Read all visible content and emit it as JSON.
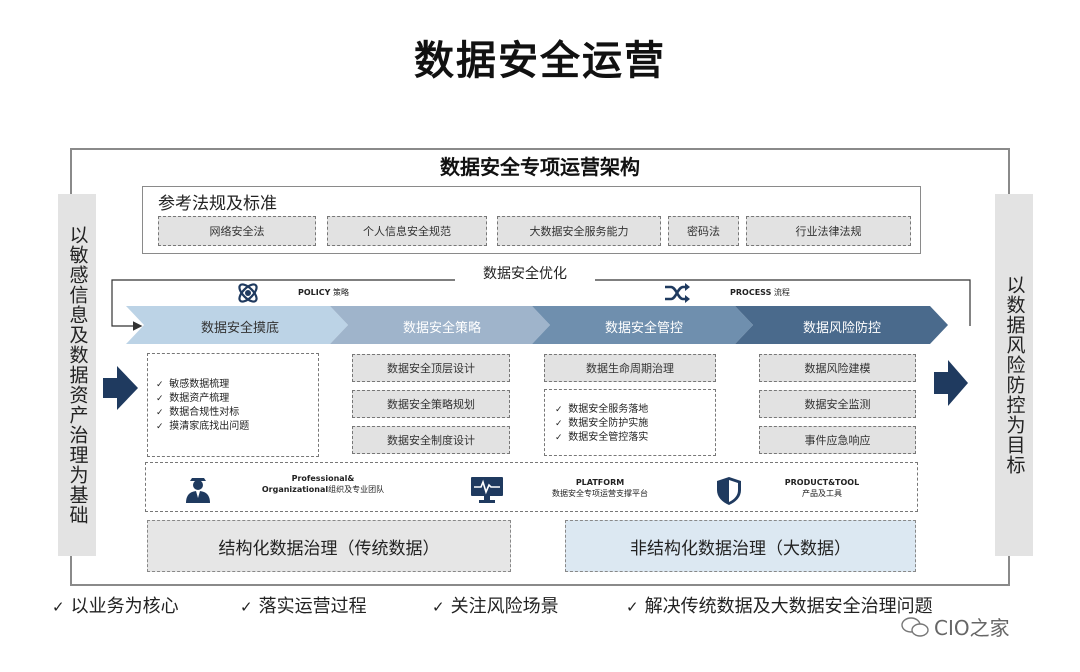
{
  "title": "数据安全运营",
  "frame_title": "数据安全专项运营架构",
  "left_band": "以敏感信息及数据资产治理为基础",
  "right_band": "以数据风险防控为目标",
  "references": {
    "title": "参考法规及标准",
    "items": [
      "网络安全法",
      "个人信息安全规范",
      "大数据安全服务能力",
      "密码法",
      "行业法律法规"
    ]
  },
  "optimization_label": "数据安全优化",
  "policy": {
    "en": "POLICY",
    "zh": "策略",
    "icon": "atom-icon"
  },
  "process": {
    "en": "PROCESS",
    "zh": "流程",
    "icon": "shuffle-icon"
  },
  "stages": [
    "数据安全摸底",
    "数据安全策略",
    "数据安全管控",
    "数据风险防控"
  ],
  "stage_colors": [
    "#bcd3e6",
    "#9fb4cb",
    "#6f8fae",
    "#4a6a8c"
  ],
  "column1": {
    "checklist": [
      "敏感数据梳理",
      "数据资产梳理",
      "数据合规性对标",
      "摸清家底找出问题"
    ]
  },
  "column2": {
    "items": [
      "数据安全顶层设计",
      "数据安全策略规划",
      "数据安全制度设计"
    ]
  },
  "column3": {
    "top": "数据生命周期治理",
    "checklist": [
      "数据安全服务落地",
      "数据安全防护实施",
      "数据安全管控落实"
    ]
  },
  "column4": {
    "items": [
      "数据风险建模",
      "数据安全监测",
      "事件应急响应"
    ]
  },
  "support": {
    "professional": {
      "en": "Professional&",
      "en2": "Organizational",
      "zh": "组织及专业团队",
      "icon": "person-icon"
    },
    "platform": {
      "en": "PLATFORM",
      "zh": "数据安全专项运营支撑平台",
      "icon": "monitor-icon"
    },
    "product": {
      "en": "PRODUCT&TOOL",
      "zh": "产品及工具",
      "icon": "shield-icon"
    }
  },
  "governance": {
    "structured": "结构化数据治理（传统数据）",
    "unstructured": "非结构化数据治理（大数据）",
    "structured_color": "#e6e6e6",
    "unstructured_color": "#dce8f2"
  },
  "bottom_items": [
    "以业务为核心",
    "落实运营过程",
    "关注风险场景",
    "解决传统数据及大数据安全治理问题"
  ],
  "watermark": "CIO之家",
  "colors": {
    "navy": "#1f3a5f",
    "light_gray": "#e2e2e2"
  }
}
